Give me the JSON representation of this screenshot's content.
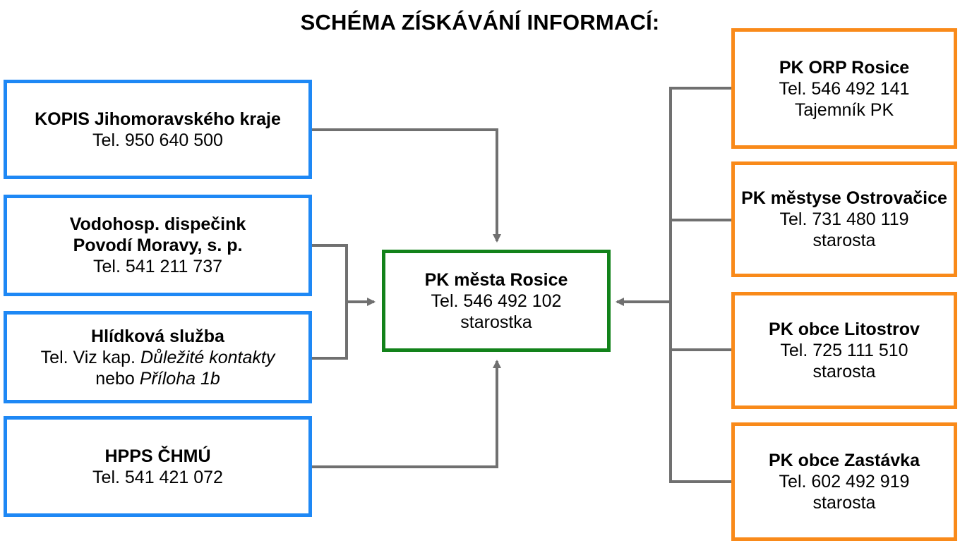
{
  "title": "SCHÉMA ZÍSKÁVÁNÍ INFORMACÍ:",
  "colors": {
    "source": "#1e88f5",
    "center": "#12821a",
    "target": "#f98a1a",
    "connector": "#707070"
  },
  "sources": [
    {
      "name": "KOPIS Jihomoravského kraje",
      "tel": "Tel. 950 640 500"
    },
    {
      "name_line1": "Vodohosp. dispečink",
      "name_line2": "Povodí Moravy, s. p.",
      "tel": "Tel. 541 211 737"
    },
    {
      "name": "Hlídková služba",
      "tel_prefix": "Tel. Viz kap.",
      "tel_italic": "Důležité kontakty",
      "alt_prefix": "nebo",
      "alt_italic": "Příloha 1b"
    },
    {
      "name": "HPPS ČHMÚ",
      "tel": "Tel. 541 421 072"
    }
  ],
  "center": {
    "name": "PK města Rosice",
    "tel": "Tel. 546 492 102",
    "role": "starostka"
  },
  "targets": [
    {
      "name": "PK ORP Rosice",
      "tel": "Tel. 546 492 141",
      "role": "Tajemník PK"
    },
    {
      "name": "PK městyse Ostrovačice",
      "tel": "Tel. 731 480 119",
      "role": "starosta"
    },
    {
      "name": "PK obce Litostrov",
      "tel": "Tel. 725 111 510",
      "role": "starosta"
    },
    {
      "name": "PK obce Zastávka",
      "tel": "Tel. 602 492 919",
      "role": "starosta"
    }
  ]
}
